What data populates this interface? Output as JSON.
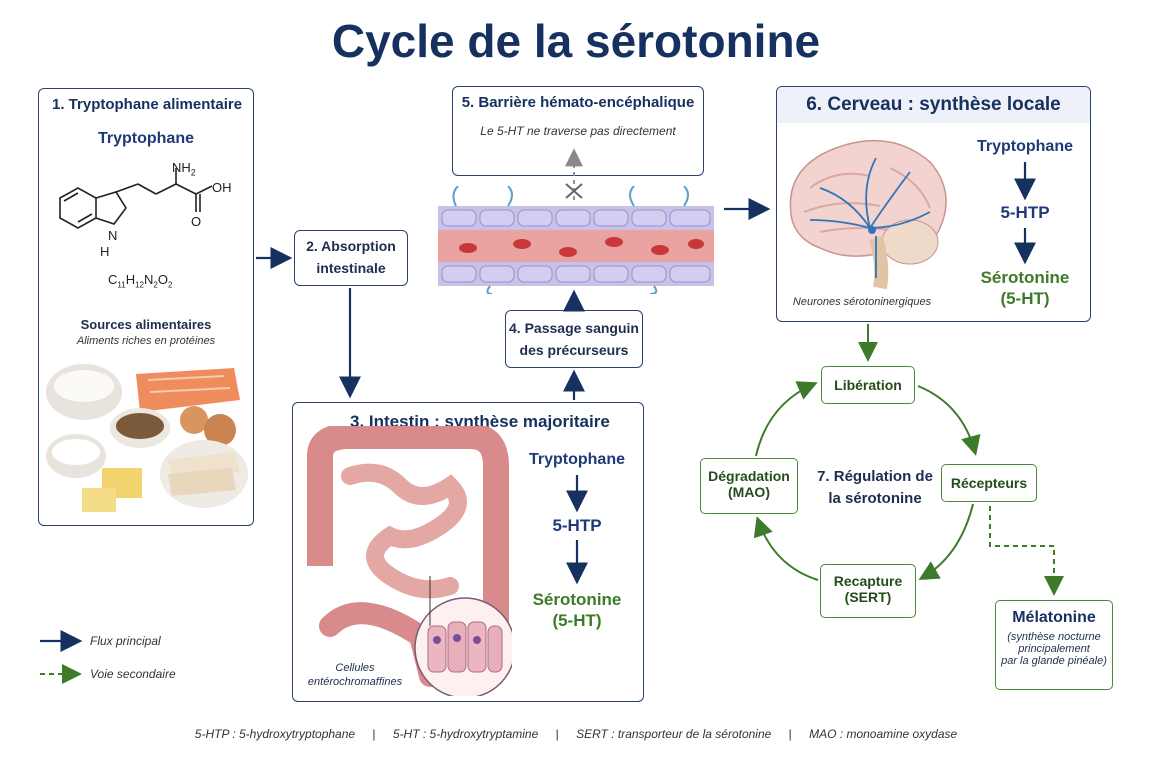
{
  "title": "Cycle de la sérotonine",
  "box1": {
    "title": "1. Tryptophane alimentaire",
    "molecule": "Tryptophane",
    "nh2": "NH",
    "nh2_sub": "2",
    "oh": "OH",
    "o": "O",
    "nh_h": "H",
    "nh_n": "N",
    "formula_c": "C",
    "formula_c_sub": "11",
    "formula_h": "H",
    "formula_h_sub": "12",
    "formula_n": "N",
    "formula_n_sub": "2",
    "formula_o": "O",
    "formula_o_sub": "2",
    "sources_title": "Sources alimentaires",
    "sources_sub": "Aliments riches en protéines"
  },
  "box2": {
    "line1": "2. Absorption",
    "line2": "intestinale"
  },
  "box3": {
    "title": "3. Intestin : synthèse majoritaire",
    "step1": "Tryptophane",
    "step2": "5-HTP",
    "step3a": "Sérotonine",
    "step3b": "(5-HT)",
    "cells1": "Cellules",
    "cells2": "entérochromaffines"
  },
  "box4": {
    "line1": "4. Passage sanguin",
    "line2": "des précurseurs"
  },
  "box5": {
    "title": "5. Barrière hémato-encéphalique",
    "note": "Le 5-HT ne traverse pas directement"
  },
  "box6": {
    "title": "6. Cerveau : synthèse locale",
    "step1": "Tryptophane",
    "step2": "5-HTP",
    "step3a": "Sérotonine",
    "step3b": "(5-HT)",
    "neurons": "Neurones sérotoninergiques"
  },
  "cycle": {
    "center1": "7. Régulation de",
    "center2": "la sérotonine",
    "liberation": "Libération",
    "recepteurs": "Récepteurs",
    "recapture1": "Recapture",
    "recapture2": "(SERT)",
    "degradation1": "Dégradation",
    "degradation2": "(MAO)"
  },
  "melatonine": {
    "title": "Mélatonine",
    "line1": "(synthèse nocturne",
    "line2": "principalement",
    "line3": "par la glande pinéale)"
  },
  "legend": {
    "main": "Flux principal",
    "secondary": "Voie secondaire"
  },
  "footer": {
    "f1": "5-HTP : 5-hydroxytryptophane",
    "f2": "5-HT : 5-hydroxytryptamine",
    "f3": "SERT : transporteur de la sérotonine",
    "f4": "MAO : monoamine oxydase",
    "sep": "|"
  },
  "colors": {
    "navy": "#16305f",
    "green": "#3d7a2a",
    "blood": "#e9a3a0"
  }
}
